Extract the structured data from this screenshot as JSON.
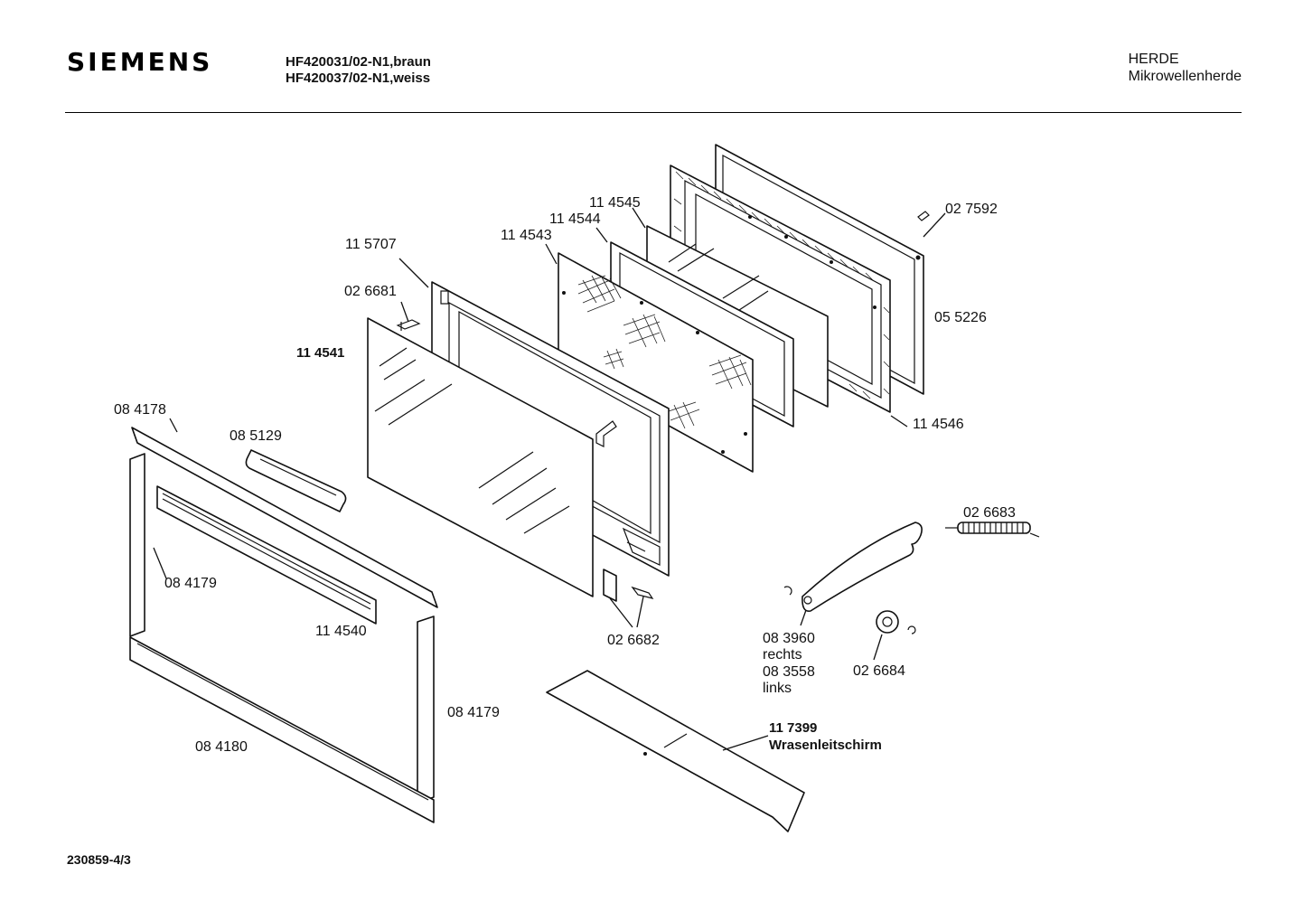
{
  "header": {
    "brand": "SIEMENS",
    "models": [
      "HF420031/02-N1,braun",
      "HF420037/02-N1,weiss"
    ],
    "category": "HERDE",
    "subcategory": "Mikrowellenherde"
  },
  "footer": {
    "document_number": "230859-4/3"
  },
  "parts": [
    {
      "id": "p027592",
      "number": "02 7592"
    },
    {
      "id": "p114545",
      "number": "11 4545"
    },
    {
      "id": "p114544",
      "number": "11 4544"
    },
    {
      "id": "p114543",
      "number": "11 4543"
    },
    {
      "id": "p115707",
      "number": "11 5707"
    },
    {
      "id": "p026681",
      "number": "02 6681"
    },
    {
      "id": "p055226",
      "number": "05 5226"
    },
    {
      "id": "p114541",
      "number": "11 4541"
    },
    {
      "id": "p084178",
      "number": "08 4178"
    },
    {
      "id": "p085129",
      "number": "08 5129"
    },
    {
      "id": "p114546",
      "number": "11 4546"
    },
    {
      "id": "p026683",
      "number": "02 6683"
    },
    {
      "id": "p084179a",
      "number": "08 4179"
    },
    {
      "id": "p114540",
      "number": "11 4540"
    },
    {
      "id": "p026682",
      "number": "02 6682"
    },
    {
      "id": "p083960",
      "number": "08 3960",
      "note": "rechts"
    },
    {
      "id": "p083558",
      "number": "08 3558",
      "note": "links"
    },
    {
      "id": "p026684",
      "number": "02 6684"
    },
    {
      "id": "p084179b",
      "number": "08 4179"
    },
    {
      "id": "p117399",
      "number": "11 7399",
      "note": "Wrasenleitschirm"
    },
    {
      "id": "p084180",
      "number": "08 4180"
    }
  ]
}
